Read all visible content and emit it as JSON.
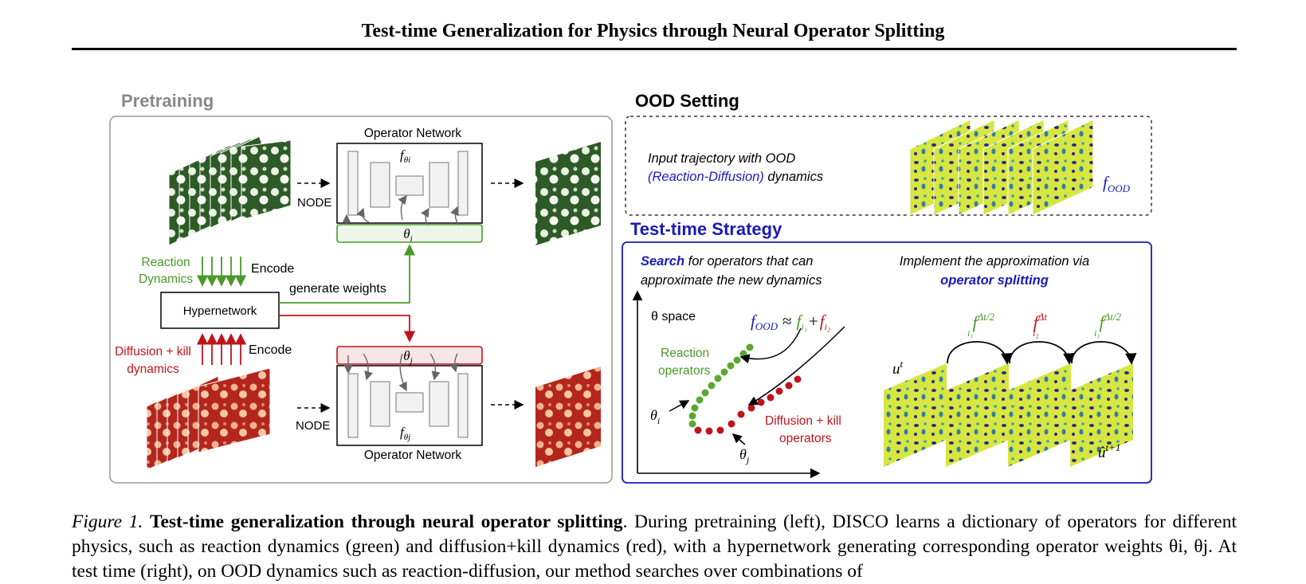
{
  "header": {
    "title": "Test-time Generalization for Physics through Neural Operator Splitting"
  },
  "figure": {
    "pretraining": {
      "title": "Pretraining",
      "operator_network_top": "Operator Network",
      "operator_network_bottom": "Operator Network",
      "node_top": "NODE",
      "node_bottom": "NODE",
      "f_theta_i": "f",
      "f_theta_i_sub": "θi",
      "f_theta_j": "f",
      "f_theta_j_sub": "θj",
      "theta_i": "θ",
      "theta_i_sub": "i",
      "theta_j": "θ",
      "theta_j_sub": "j",
      "reaction_label_1": "Reaction",
      "reaction_label_2": "Dynamics",
      "encode_top": "Encode",
      "generate_weights": "generate weights",
      "hypernetwork": "Hypernetwork",
      "diffusion_label_1": "Diffusion + kill",
      "diffusion_label_2": "dynamics",
      "encode_bottom": "Encode"
    },
    "ood": {
      "title": "OOD Setting",
      "line1": "Input trajectory with OOD",
      "line2_colored": "(Reaction-Diffusion)",
      "line2_rest": " dynamics",
      "f_ood": "f",
      "f_ood_sub": "OOD"
    },
    "strategy": {
      "title": "Test-time Strategy",
      "search_bold": "Search",
      "search_rest": " for operators that can",
      "search_line2": "approximate the new dynamics",
      "impl_line1": "Implement the  approximation via",
      "impl_line2": "operator splitting",
      "theta_space": "θ space",
      "reaction_ops_1": "Reaction",
      "reaction_ops_2": "operators",
      "diffusion_ops_1": "Diffusion + kill",
      "diffusion_ops_2": "operators",
      "theta_i": "θ",
      "theta_i_sub": "i",
      "theta_j": "θ",
      "theta_j_sub": "j",
      "eq_f": "f",
      "eq_ood": "OOD",
      "eq_approx": "≈",
      "eq_fi1": "f",
      "eq_plus": "+",
      "eq_fi2": "f",
      "sub_i1": "i₁",
      "sub_i2": "i₂",
      "split_1": "f",
      "split_1_sup": "Δt/2",
      "split_2": "f",
      "split_2_sup": "Δt",
      "split_3": "f",
      "split_3_sup": "Δt/2",
      "u_t": "u",
      "u_t_sup": "t",
      "u_hat": "û",
      "u_hat_sup": "t+1"
    },
    "colors": {
      "green": "#4a9a2a",
      "red": "#c0141b",
      "blue": "#1a1ab8",
      "dark_green": "#2d5a27",
      "panel_gray": "#888888"
    }
  },
  "caption": {
    "label": "Figure 1.",
    "bold": "Test-time generalization through neural operator splitting",
    "text1": ". During pretraining (left), DISCO learns a dictionary of operators for different physics, such as reaction dynamics (green) and diffusion+kill dynamics (red), with a hypernetwork generating corresponding",
    "text2": "operator weights θi, θj. At test time (right), on OOD dynamics such as reaction-diffusion, our method searches over combinations of"
  }
}
